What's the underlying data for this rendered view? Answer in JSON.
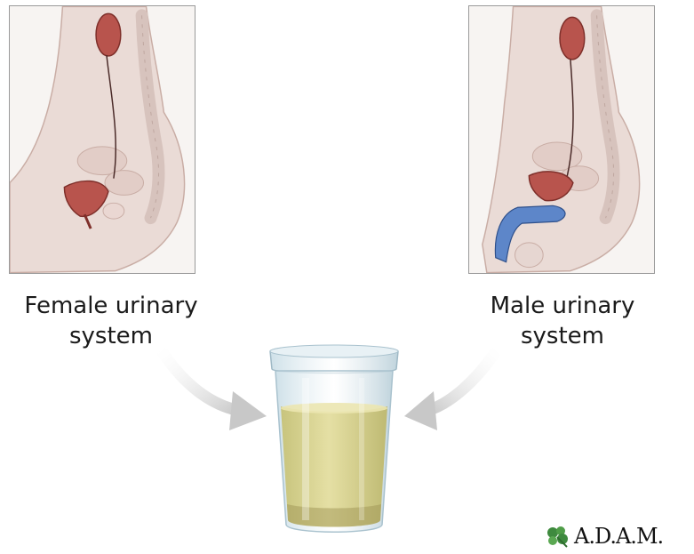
{
  "captions": {
    "female": "Female urinary\nsystem",
    "male": "Male urinary\nsystem"
  },
  "brand": {
    "logo_text": "A.D.A.M.",
    "logo_icon": "leaf-cluster-icon"
  },
  "colors": {
    "skin": "#eadbd6",
    "skin_shadow": "#d6bfb8",
    "organ": "#b8544d",
    "urine": "#d8d28a",
    "arrow": "#cfcfcf",
    "blue_organ": "#5d86c9",
    "logo_green": "#3e8a3e"
  }
}
